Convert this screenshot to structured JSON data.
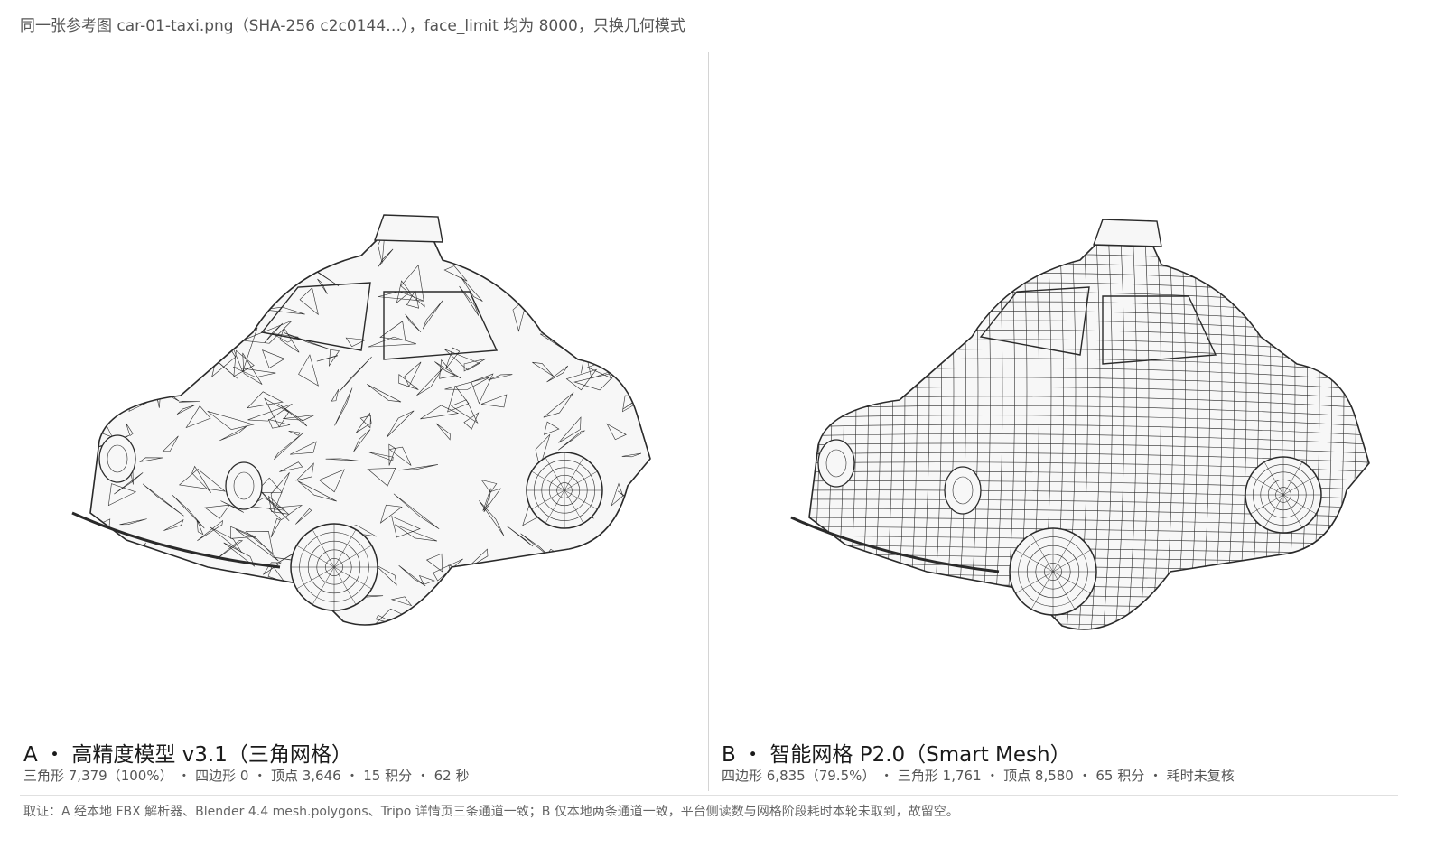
{
  "caption": "同一张参考图 car-01-taxi.png（SHA-256 c2c0144…），face_limit 均为 8000，只换几何模式",
  "panel_a": {
    "title": "A ・ 高精度模型 v3.1（三角网格）",
    "stats": "三角形 7,379（100%） ・ 四边形 0 ・ 顶点 3,646 ・ 15 积分 ・ 62 秒",
    "render": "triangle-wireframe-taxi"
  },
  "panel_b": {
    "title": "B ・ 智能网格 P2.0（Smart Mesh）",
    "stats": "四边形 6,835（79.5%） ・ 三角形 1,761 ・ 顶点 8,580 ・ 65 积分 ・ 耗时未复核",
    "render": "quad-wireframe-taxi"
  },
  "footnote": "取证：A 经本地 FBX 解析器、Blender 4.4 mesh.polygons、Tripo 详情页三条通道一致；B 仅本地两条通道一致，平台侧读数与网格阶段耗时本轮未取到，故留空。",
  "colors": {
    "line": "#2a2a2a",
    "fill": "#f7f7f7",
    "text": "#1a1a1a",
    "muted": "#555555"
  }
}
